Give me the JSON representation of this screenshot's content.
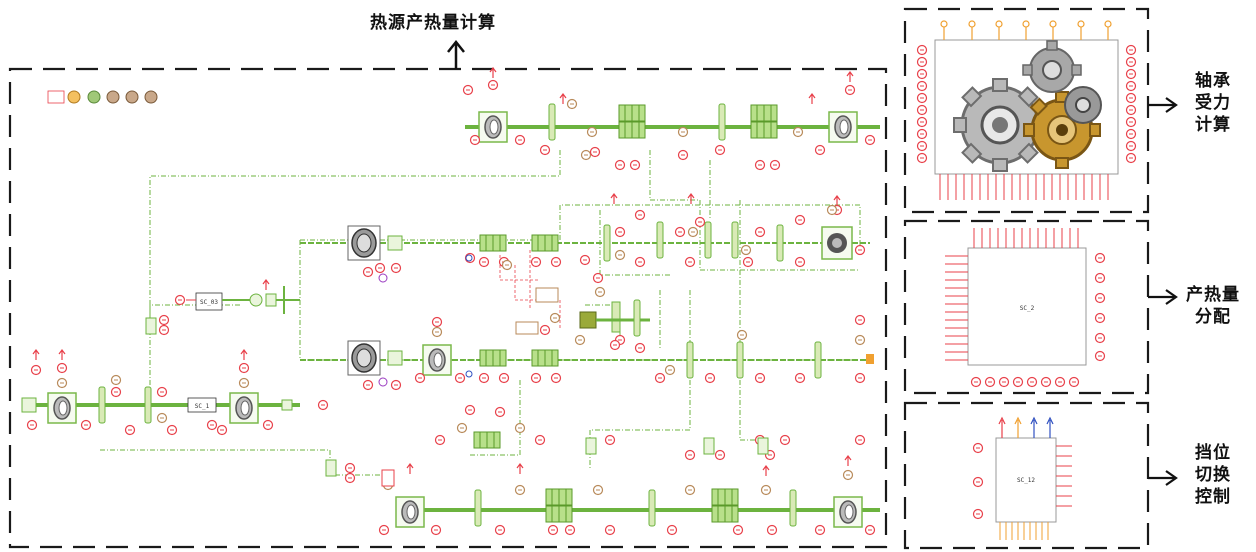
{
  "labels": {
    "heat_source": "热源产热量计算",
    "bearing_force": [
      "轴承",
      "受力",
      "计算"
    ],
    "heat_distribution": [
      "产热量",
      "分配"
    ],
    "gear_shift": [
      "挡位",
      "切换",
      "控制"
    ]
  },
  "blocks": {
    "supercomponent_a": "SC_03",
    "supercomponent_b": "SC_2",
    "supercomponent_c": "SC_1",
    "supercomponent_d": "SC_12"
  },
  "colors": {
    "frame": "#1a1a1a",
    "signal": "#e8404a",
    "mechanical": "#6cb33f",
    "bearing_body": "#7ab84a",
    "gear_gold": "#c8962e",
    "port_orange": "#f0a030",
    "port_blue": "#3050c0"
  },
  "icons": [
    "gears-icon",
    "bearing-icon",
    "clutch-icon",
    "sensor-icon",
    "arrow-right-icon",
    "arrow-up-icon"
  ]
}
